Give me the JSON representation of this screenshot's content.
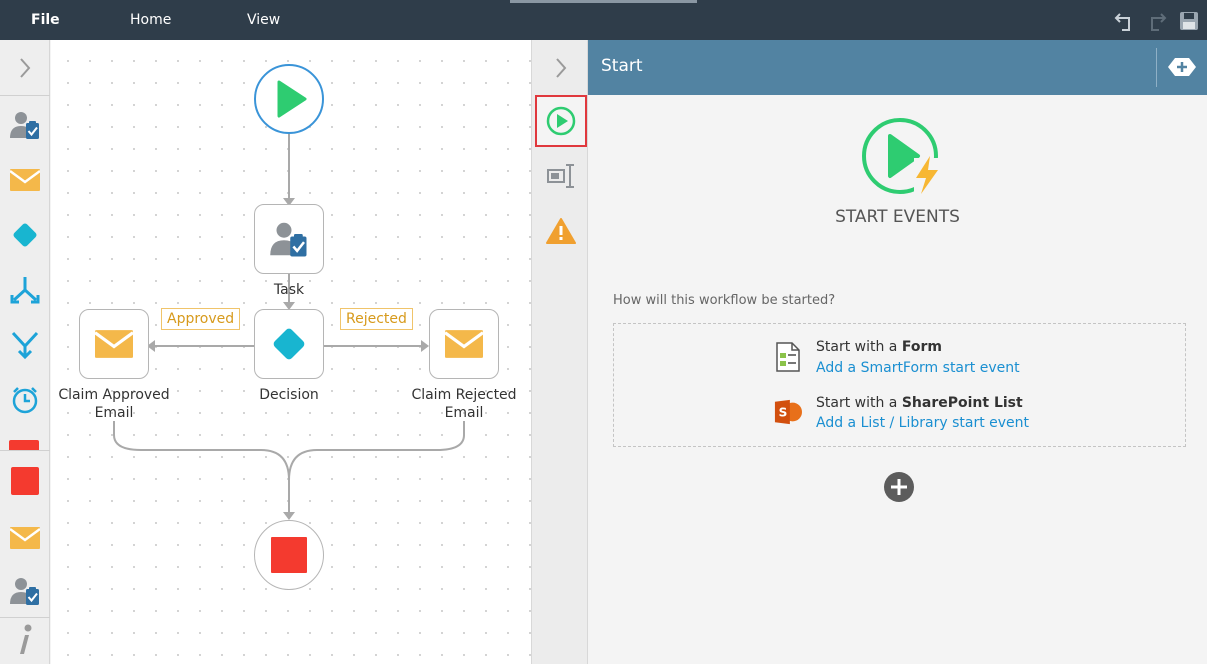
{
  "menu": {
    "file_label": "File",
    "home_label": "Home",
    "view_label": "View",
    "undo_icon": "undo-icon",
    "redo_icon": "redo-icon",
    "save_icon": "save-icon"
  },
  "toolbox": {
    "items": [
      {
        "icon": "expand-chevron-icon"
      },
      {
        "icon": "user-task-icon"
      },
      {
        "icon": "email-icon"
      },
      {
        "icon": "decision-icon"
      },
      {
        "icon": "split-icon"
      },
      {
        "icon": "merge-icon"
      },
      {
        "icon": "timer-icon"
      },
      {
        "icon": "end-icon"
      },
      {
        "icon": "email-icon"
      },
      {
        "icon": "user-task-icon"
      },
      {
        "icon": "info-icon"
      }
    ]
  },
  "workflow": {
    "task_label": "Task",
    "decision_label": "Decision",
    "approved_email_label": "Claim Approved Email",
    "rejected_email_label": "Claim Rejected Email",
    "approved_tag": "Approved",
    "rejected_tag": "Rejected"
  },
  "strip": {
    "items": [
      "expand-chevron-icon",
      "start-event-icon",
      "properties-icon",
      "warning-icon"
    ]
  },
  "panel": {
    "title": "Start",
    "section_title": "START EVENTS",
    "question": "How will this workflow be started?",
    "options": [
      {
        "prefix": "Start with a ",
        "bold": "Form",
        "link": "Add a SmartForm start event"
      },
      {
        "prefix": "Start with a ",
        "bold": "SharePoint List",
        "link": "Add a List / Library start event"
      }
    ]
  },
  "colors": {
    "topbar": "#2f3d4a",
    "panel_header": "#5283a2",
    "start_green": "#2ecc71",
    "start_ring": "#3a94d8",
    "decision": "#18b5d0",
    "end_red": "#f43a2f",
    "email": "#f4b84a",
    "link": "#1a8fd1"
  }
}
